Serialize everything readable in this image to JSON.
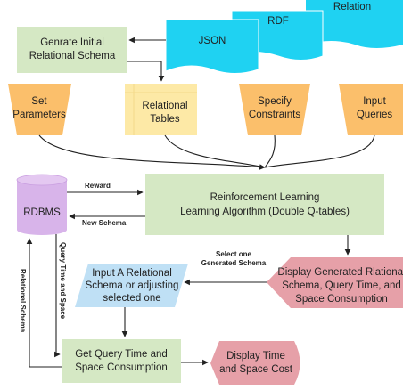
{
  "docs": {
    "relation": "Relation",
    "rdf": "RDF",
    "json": "JSON"
  },
  "generate": {
    "line1": "Genrate Initial",
    "line2": "Relational Schema"
  },
  "set_parameters": {
    "line1": "Set",
    "line2": "Parameters"
  },
  "relational_tables": {
    "line1": "Relational",
    "line2": "Tables"
  },
  "specify_constraints": {
    "line1": "Specify",
    "line2": "Constraints"
  },
  "input_queries": {
    "line1": "Input",
    "line2": "Queries"
  },
  "rdbms": "RDBMS",
  "rl": {
    "line1": "Reinforcement Learning",
    "line2": "Learning Algorithm (Double Q-tables)"
  },
  "edges": {
    "reward": "Reward",
    "new_schema": "New Schema",
    "select_line1": "Select one",
    "select_line2": "Generated Schema",
    "query_time_space": "Query Time and Space",
    "relational_schema": "Relational Schema"
  },
  "display_generated": {
    "line1": "Display Generated Rlational",
    "line2": "Schema, Query Time, and",
    "line3": "Space Consumption"
  },
  "input_schema": {
    "line1": "Input A Relational",
    "line2": "Schema or adjusting",
    "line3": "selected one"
  },
  "get_query": {
    "line1": "Get Query Time and",
    "line2": "Space Consumption"
  },
  "display_time": {
    "line1": "Display Time",
    "line2": "and Space Cost"
  },
  "colors": {
    "green": "#d5e8c4",
    "orange": "#fbbf6b",
    "yellow": "#fde9a6",
    "cyan": "#1fd2f2",
    "purple": "#d8b4ea",
    "pink": "#e6a0a8",
    "lightblue": "#bfe0f5"
  }
}
